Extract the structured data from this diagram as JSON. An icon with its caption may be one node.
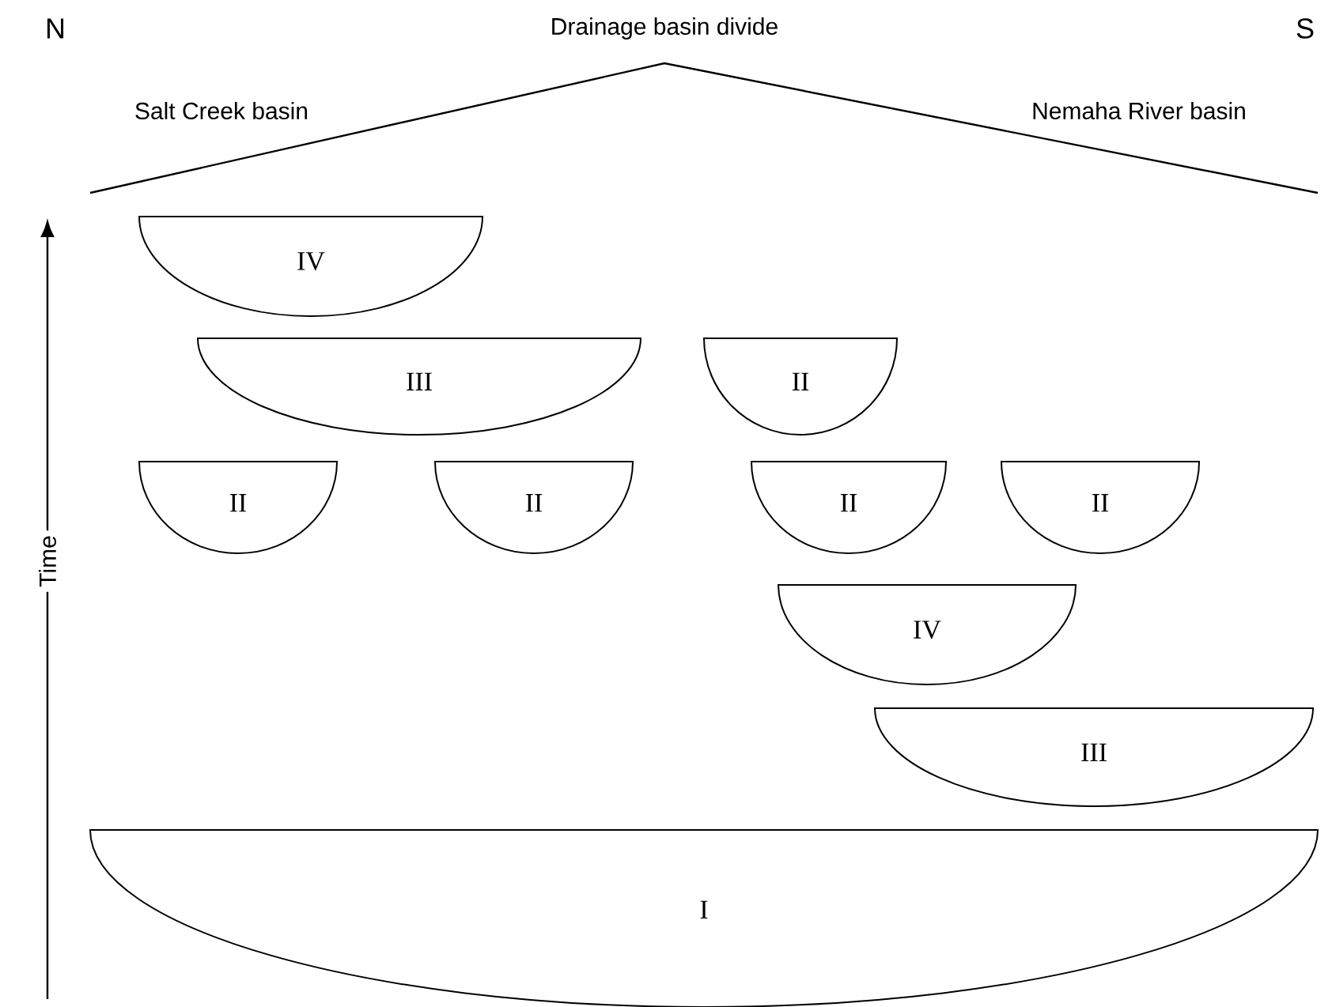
{
  "diagram": {
    "nodes": [
      {
        "text": [
          "IV"
        ]
      },
      {
        "text": [
          "III"
        ]
      },
      {
        "text": [
          "II"
        ]
      },
      {
        "text": [
          "II"
        ]
      },
      {
        "text": [
          "II"
        ]
      },
      {
        "text": [
          "II"
        ]
      },
      {
        "text": [
          "II"
        ]
      },
      {
        "text": [
          "IV"
        ]
      },
      {
        "text": [
          "III"
        ]
      },
      {
        "text": [
          "I"
        ]
      }
    ],
    "labels": [
      "N",
      "Drainage basin divide",
      "S",
      "Salt Creek basin",
      "Nemaha River basin",
      "Time"
    ]
  }
}
